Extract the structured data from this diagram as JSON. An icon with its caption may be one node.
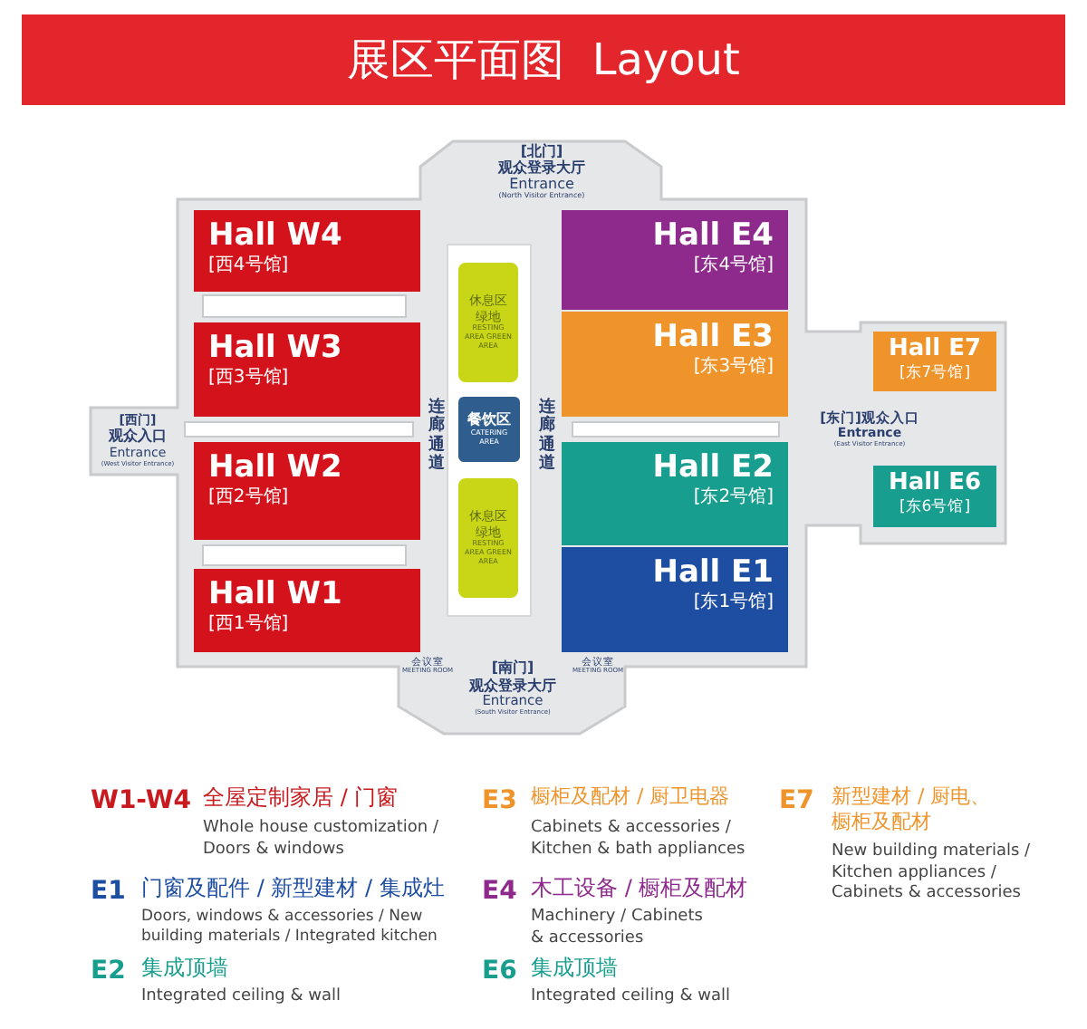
{
  "diagram": {
    "title": "展区平面图  Layout",
    "nodes": [
      {
        "text": [
          "Hall W4",
          "[西4号馆]"
        ]
      },
      {
        "text": [
          "Hall W3",
          "[西3号馆]"
        ]
      },
      {
        "text": [
          "Hall W2",
          "[西2号馆]"
        ]
      },
      {
        "text": [
          "Hall W1",
          "[西1号馆]"
        ]
      },
      {
        "text": [
          "Hall E4",
          "[东4号馆]"
        ]
      },
      {
        "text": [
          "Hall E3",
          "[东3号馆]"
        ]
      },
      {
        "text": [
          "Hall E2",
          "[东2号馆]"
        ]
      },
      {
        "text": [
          "Hall E1",
          "[东1号馆]"
        ]
      },
      {
        "text": [
          "Hall E7",
          "[东7号馆]"
        ]
      },
      {
        "text": [
          "Hall E6",
          "[东6号馆]"
        ]
      },
      {
        "text": [
          "[北门]",
          "观众登录大厅",
          "Entrance",
          "(North Visitor Entrance)"
        ]
      },
      {
        "text": [
          "[西门]",
          "观众入口",
          "Entrance",
          "(West Visitor Entrance)"
        ]
      },
      {
        "text": [
          "[东门]观众入口",
          "Entrance",
          "(East Visitor Entrance)"
        ]
      },
      {
        "text": [
          "[南门]",
          "观众登录大厅",
          "Entrance",
          "(South Visitor Entrance)"
        ]
      },
      {
        "text": [
          "会议室",
          "MEETING ROOM"
        ]
      },
      {
        "text": [
          "会议室",
          "MEETING ROOM"
        ]
      },
      {
        "text": [
          "休息区绿地",
          "RESTING AREA GREEN AREA"
        ]
      },
      {
        "text": [
          "餐饮区",
          "CATERING AREA"
        ]
      },
      {
        "text": [
          "休息区绿地",
          "RESTING AREA GREEN AREA"
        ]
      }
    ],
    "labels": [
      "连廊通道",
      "连廊通道",
      "W1-W4",
      "全屋定制家居 / 门窗",
      "Whole house customization / Doors & windows",
      "E3",
      "橱柜及配材 / 厨卫电器",
      "Cabinets & accessories / Kitchen & bath appliances",
      "E7",
      "新型建材 / 厨电、橱柜及配材",
      "New building materials / Kitchen appliances / Cabinets & accessories",
      "E1",
      "门窗及配件 / 新型建材 / 集成灶",
      "Doors, windows & accessories / New building materials / Integrated kitchen",
      "E4",
      "木工设备 / 橱柜及配材",
      "Machinery / Cabinets & accessories",
      "E2",
      "集成顶墙",
      "Integrated ceiling & wall",
      "E6",
      "集成顶墙",
      "Integrated ceiling & wall"
    ]
  }
}
